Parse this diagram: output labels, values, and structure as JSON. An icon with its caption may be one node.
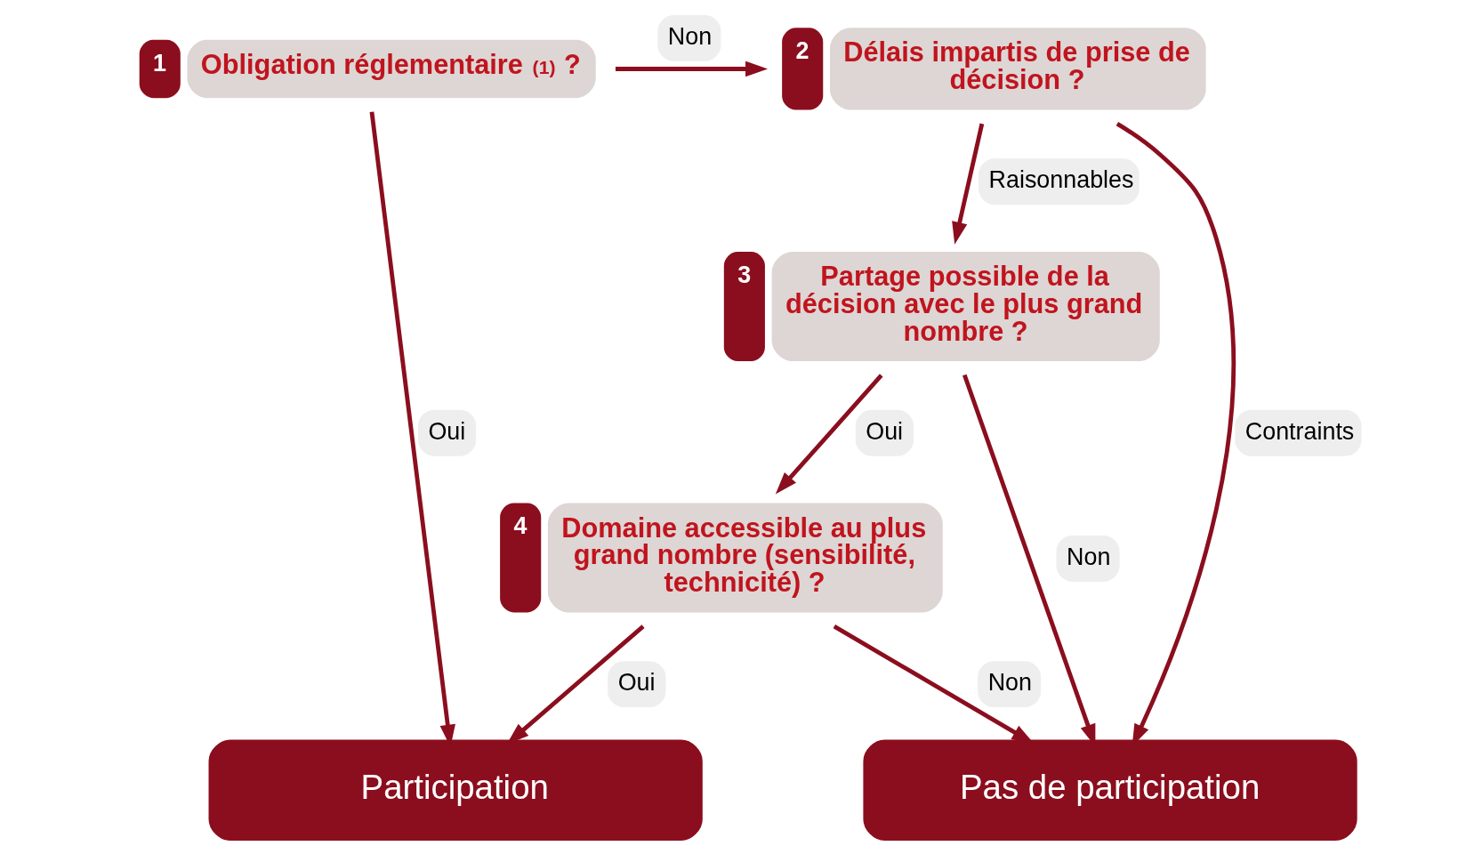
{
  "diagram": {
    "nodes": [
      {
        "text": [
          "1",
          "Obligation réglementaire $^{(1)}$ ?"
        ]
      },
      {
        "text": [
          "2",
          "Délais impartis de prise de décision ?"
        ]
      },
      {
        "text": [
          "3",
          "Partage possible de la décision avec le plus grand nombre ?"
        ]
      },
      {
        "text": [
          "4",
          "Domaine accessible au plus grand nombre (sensibilité, technicité) ?"
        ]
      },
      {
        "text": [
          "Participation"
        ]
      },
      {
        "text": [
          "Pas de participation"
        ]
      }
    ],
    "edges": [
      {
        "from": 0,
        "to": 1,
        "arrow": "to",
        "label": "Non"
      },
      {
        "from": 0,
        "to": 4,
        "arrow": "to",
        "label": "Oui"
      },
      {
        "from": 1,
        "to": 5,
        "arrow": "to",
        "label": "Contraints"
      },
      {
        "from": 1,
        "to": 2,
        "arrow": "to",
        "label": "Raisonnables"
      },
      {
        "from": 2,
        "to": 5,
        "arrow": "to",
        "label": "Non"
      },
      {
        "from": 2,
        "to": 3,
        "arrow": "to",
        "label": "Oui"
      },
      {
        "from": 3,
        "to": 5,
        "arrow": "to",
        "label": "Non"
      },
      {
        "from": 3,
        "to": 4,
        "arrow": "to",
        "label": "Oui"
      }
    ]
  }
}
